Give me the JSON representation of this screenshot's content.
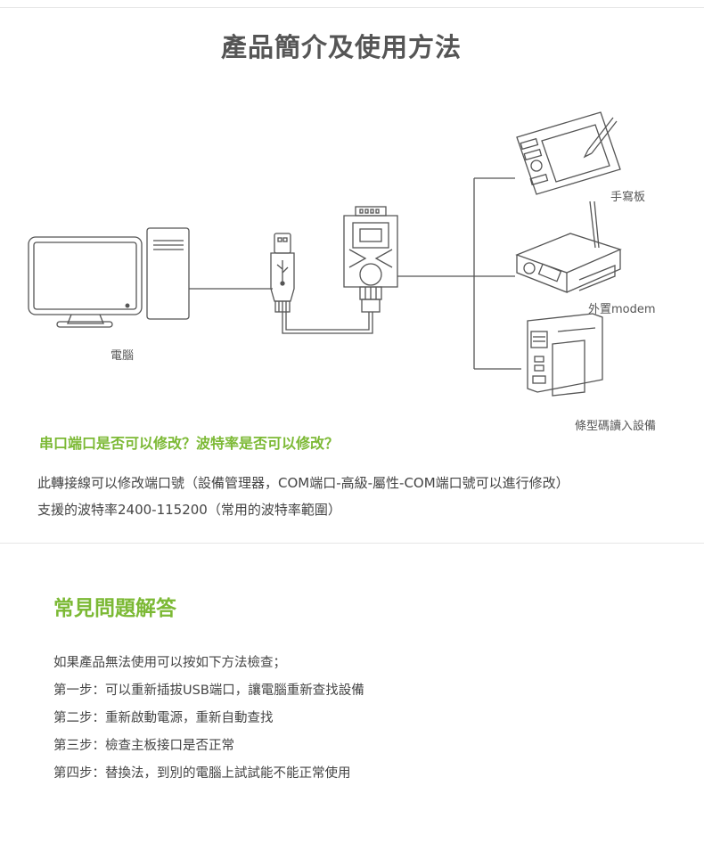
{
  "page": {
    "title": "產品簡介及使用方法"
  },
  "diagram": {
    "computer_label": "電腦",
    "tablet_label": "手寫板",
    "modem_label": "外置modem",
    "printer_label": "條型碼讀入設備"
  },
  "qa": {
    "heading": "串口端口是否可以修改？波特率是否可以修改？",
    "lines": [
      "此轉接線可以修改端口號（設備管理器，COM端口-高級-屬性-COM端口號可以進行修改）",
      "支援的波特率2400-115200（常用的波特率範圍）"
    ]
  },
  "faq": {
    "title": "常見問題解答",
    "lines": [
      "如果產品無法使用可以按如下方法檢查；",
      "第一步：可以重新插拔USB端口，讓電腦重新查找設備",
      "第二步：重新啟動電源，重新自動查找",
      "第三步：檢查主板接口是否正常",
      "第四步：替換法，到別的電腦上試試能不能正常使用"
    ]
  },
  "colors": {
    "accent": "#7cb935",
    "text": "#444444",
    "line": "#555555"
  }
}
